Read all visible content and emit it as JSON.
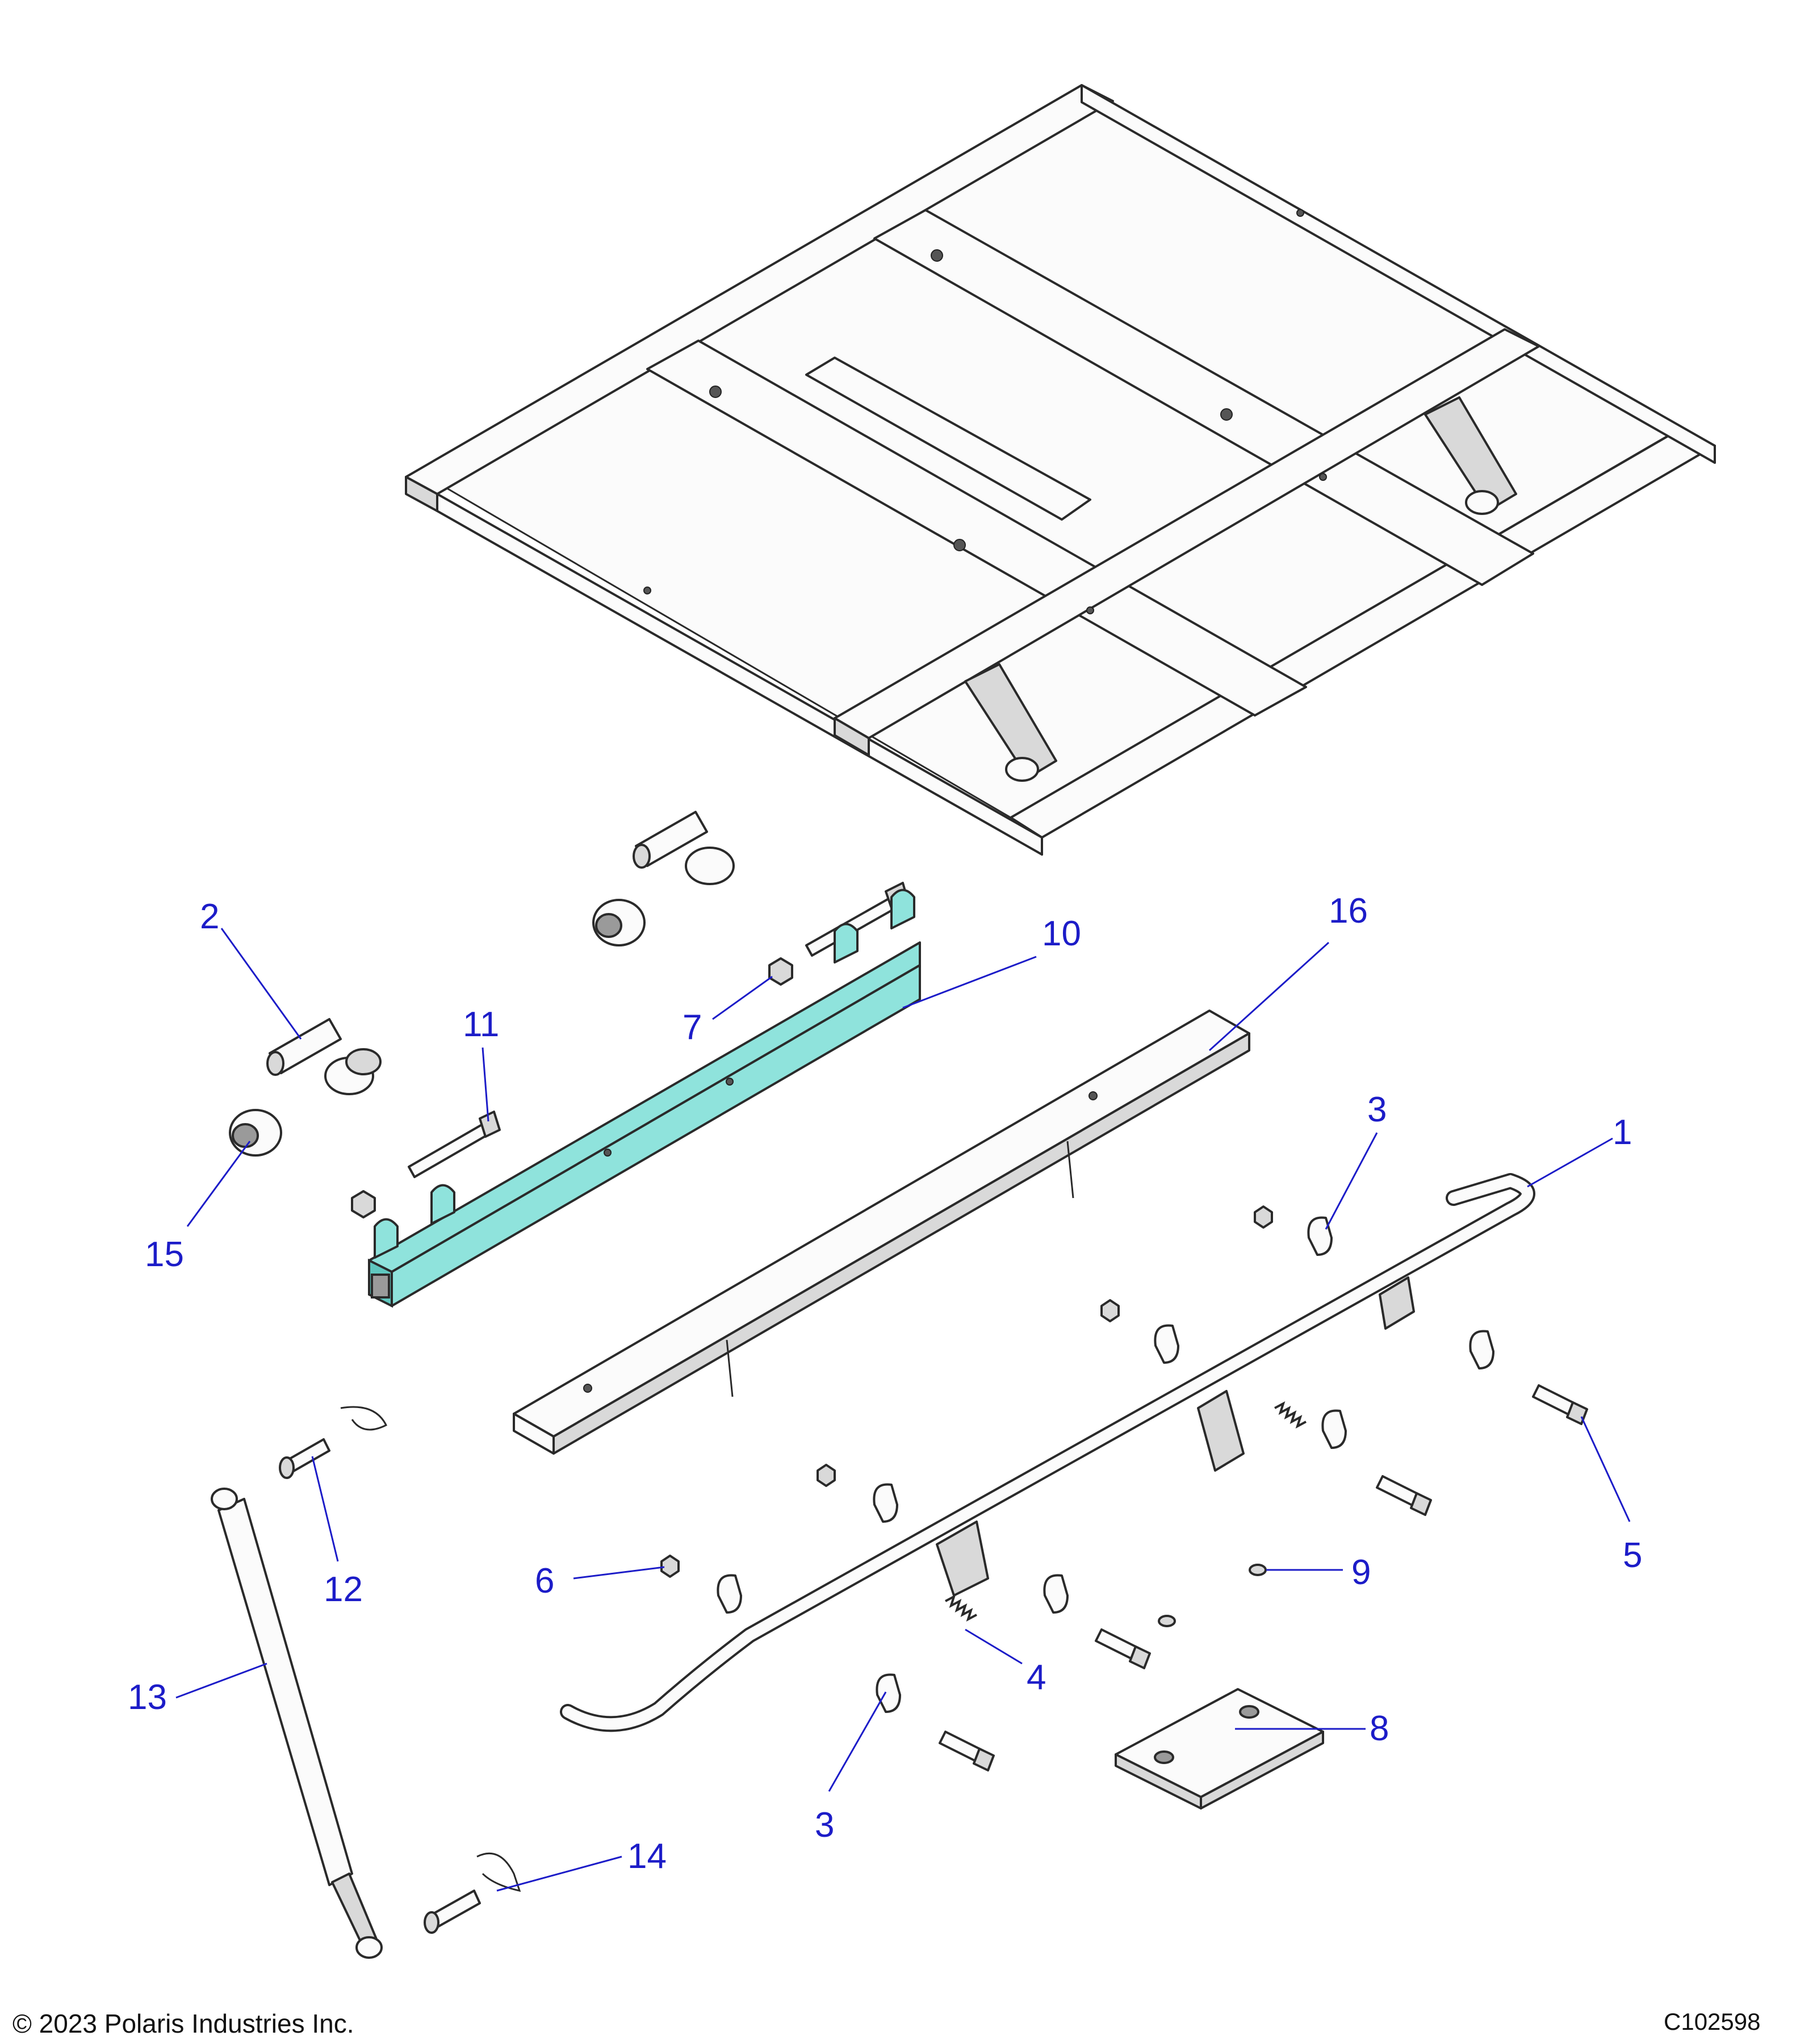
{
  "callouts": [
    {
      "id": "1",
      "label": "1"
    },
    {
      "id": "2",
      "label": "2"
    },
    {
      "id": "3a",
      "label": "3"
    },
    {
      "id": "3b",
      "label": "3"
    },
    {
      "id": "4",
      "label": "4"
    },
    {
      "id": "5",
      "label": "5"
    },
    {
      "id": "6",
      "label": "6"
    },
    {
      "id": "7",
      "label": "7"
    },
    {
      "id": "8",
      "label": "8"
    },
    {
      "id": "9",
      "label": "9"
    },
    {
      "id": "10",
      "label": "10"
    },
    {
      "id": "11",
      "label": "11"
    },
    {
      "id": "12",
      "label": "12"
    },
    {
      "id": "13",
      "label": "13"
    },
    {
      "id": "14",
      "label": "14"
    },
    {
      "id": "15",
      "label": "15"
    },
    {
      "id": "16",
      "label": "16"
    }
  ],
  "footer": {
    "copyright": "© 2023 Polaris Industries Inc.",
    "diagram_code": "C102598"
  },
  "colors": {
    "highlight": "#8fe3dc",
    "callout": "#1c1cc8"
  }
}
